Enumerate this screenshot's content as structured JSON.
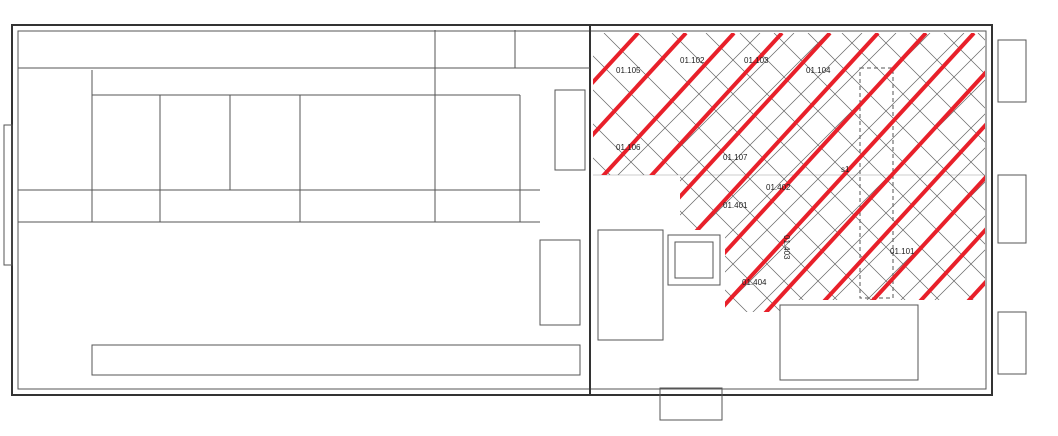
{
  "plan": {
    "rooms": [
      {
        "id": "r105",
        "label": "01.105"
      },
      {
        "id": "r102",
        "label": "01.102"
      },
      {
        "id": "r103",
        "label": "01.103"
      },
      {
        "id": "r104",
        "label": "01.104"
      },
      {
        "id": "r106",
        "label": "01.106"
      },
      {
        "id": "r107",
        "label": "01.107"
      },
      {
        "id": "r402",
        "label": "01.402"
      },
      {
        "id": "r401",
        "label": "01.401"
      },
      {
        "id": "r403",
        "label": "01.403"
      },
      {
        "id": "r404",
        "label": "01.404"
      },
      {
        "id": "s1",
        "label": "s1"
      },
      {
        "id": "r101",
        "label": "01.101"
      }
    ],
    "hatch_color": "#e8202a"
  }
}
